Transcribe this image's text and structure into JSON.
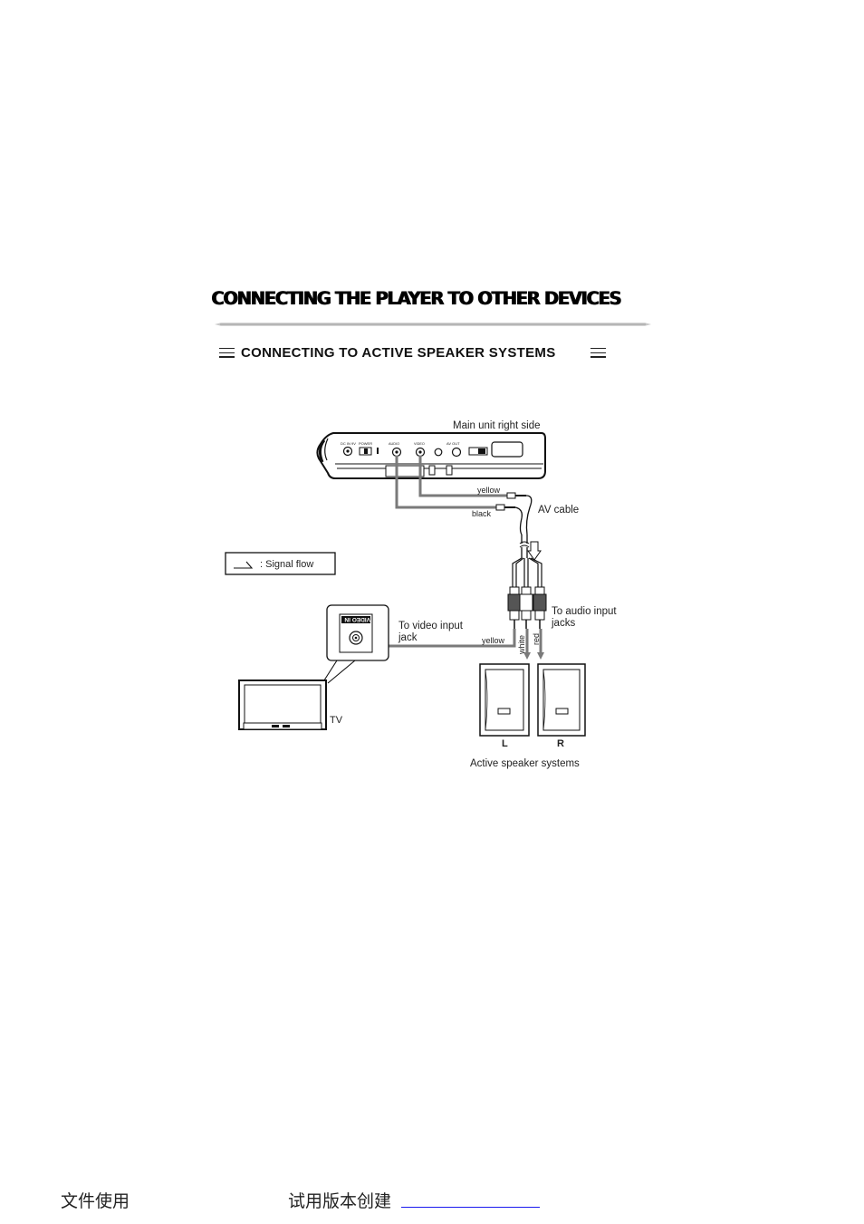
{
  "page": {
    "title": "CONNECTING THE PLAYER TO OTHER  DEVICES",
    "section_title": "CONNECTING TO ACTIVE SPEAKER SYSTEMS"
  },
  "diagram": {
    "main_unit_label": "Main unit right side",
    "cable_yellow_label": "yellow",
    "cable_black_label": "black",
    "av_cable_label": "AV cable",
    "legend_text": ": Signal  flow",
    "audio_input_label_line1": "To audio input",
    "audio_input_label_line2": "jacks",
    "video_input_label_line1": "To video input",
    "video_input_label_line2": "jack",
    "plug_yellow_label": "yellow",
    "plug_white_label": "white",
    "plug_red_label": "red",
    "video_in_panel_label": "VIDEO IN",
    "tv_label": "TV",
    "speaker_left_label": "L",
    "speaker_right_label": "R",
    "speakers_caption": "Active speaker systems"
  },
  "footer": {
    "left_text": "文件使用",
    "mid_text": "试用版本创建"
  },
  "colors": {
    "signal_arrow": "#7a7a7a",
    "link_underline": "#1a1aee"
  }
}
